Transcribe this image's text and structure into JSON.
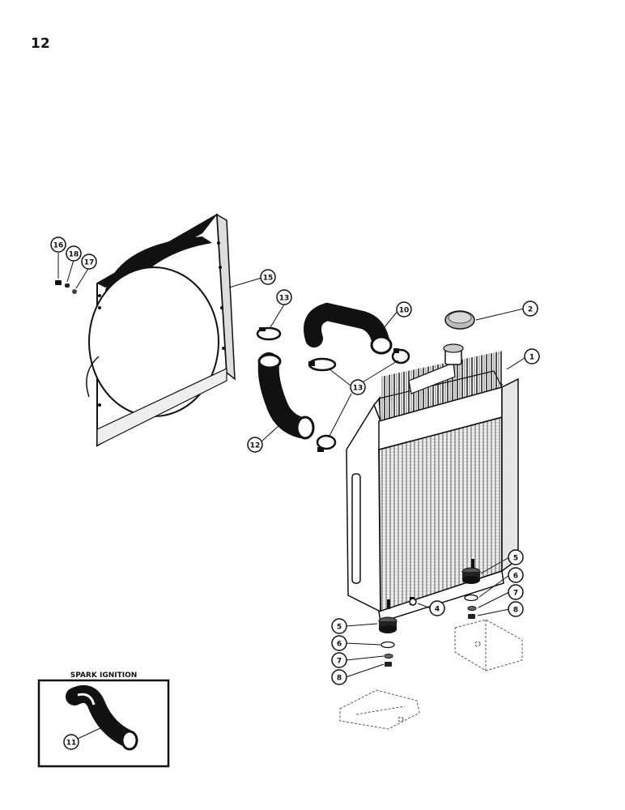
{
  "page": {
    "number": "12"
  },
  "inset": {
    "title": "SPARK IGNITION",
    "callout": "11"
  },
  "callouts": [
    {
      "id": "16"
    },
    {
      "id": "18"
    },
    {
      "id": "17"
    },
    {
      "id": "15"
    },
    {
      "id": "13"
    },
    {
      "id": "10"
    },
    {
      "id": "2"
    },
    {
      "id": "1"
    },
    {
      "id": "13"
    },
    {
      "id": "12"
    },
    {
      "id": "5"
    },
    {
      "id": "6"
    },
    {
      "id": "7"
    },
    {
      "id": "8"
    },
    {
      "id": "4"
    },
    {
      "id": "5"
    },
    {
      "id": "6"
    },
    {
      "id": "7"
    },
    {
      "id": "8"
    }
  ]
}
